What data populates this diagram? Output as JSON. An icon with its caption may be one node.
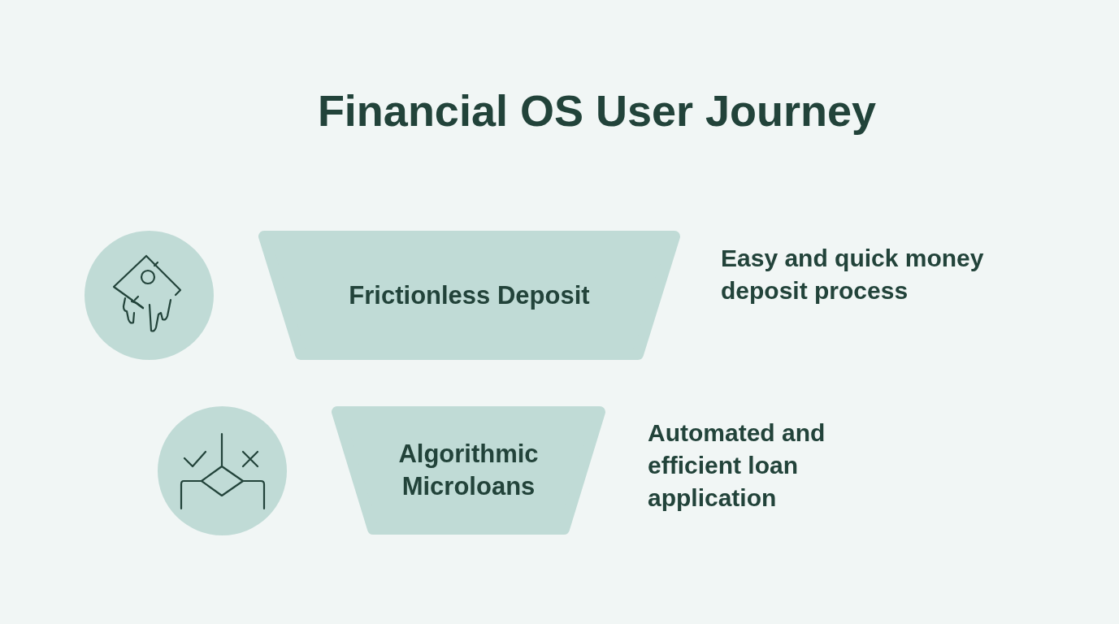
{
  "diagram": {
    "title": "Financial OS User Journey",
    "nodes": [
      {
        "text": [],
        "shape": "circle"
      },
      {
        "text": [
          "Frictionless Deposit"
        ],
        "beside": [
          "Easy and quick money deposit process"
        ]
      },
      {
        "text": [],
        "shape": "circle"
      },
      {
        "text": [
          "Algorithmic Microloans"
        ],
        "beside": [
          "Automated and efficient loan application"
        ]
      }
    ]
  }
}
